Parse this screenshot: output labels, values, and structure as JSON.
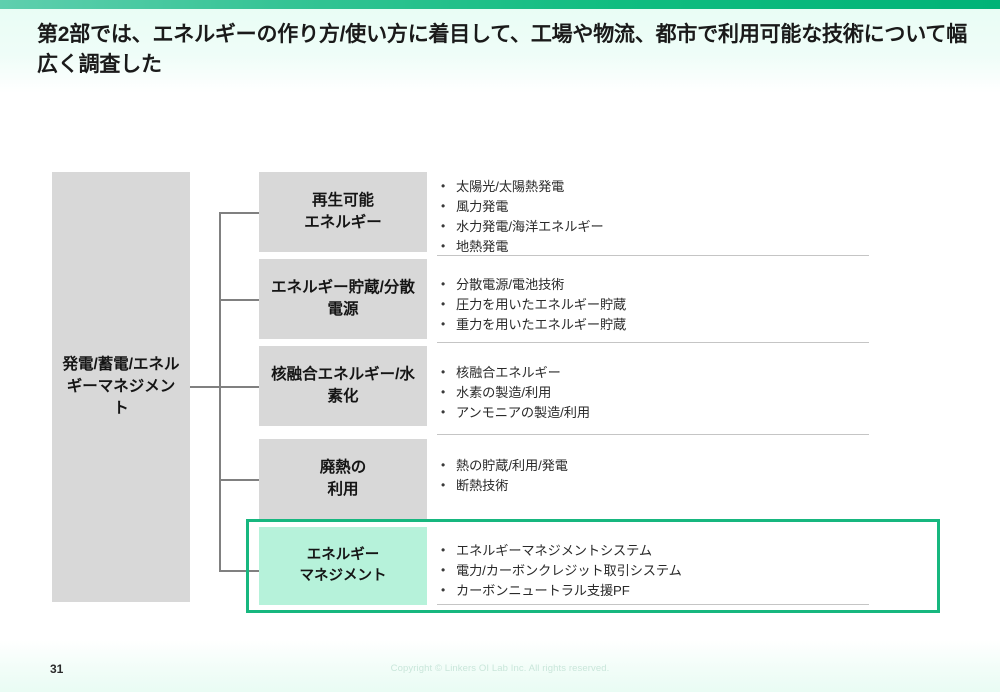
{
  "slide": {
    "title": "第2部では、エネルギーの作り方/使い方に着目して、工場や物流、都市で利用可能な技術について幅広く調査した",
    "page_number": "31",
    "copyright": "Copyright © Linkers OI Lab Inc. All rights reserved.",
    "accent_color": "#00b377",
    "highlight_border_color": "#17b77f",
    "highlight_fill_color": "#b6f2da",
    "box_fill_color": "#d8d8d8"
  },
  "diagram": {
    "root": {
      "label": "発電/蓄電/エネルギーマネジメント"
    },
    "branches": [
      {
        "label": "再生可能\nエネルギー",
        "highlighted": false,
        "items": [
          "太陽光/太陽熱発電",
          "風力発電",
          "水力発電/海洋エネルギー",
          "地熱発電"
        ]
      },
      {
        "label": "エネルギー貯蔵/分散電源",
        "highlighted": false,
        "items": [
          "分散電源/電池技術",
          "圧力を用いたエネルギー貯蔵",
          "重力を用いたエネルギー貯蔵"
        ]
      },
      {
        "label": "核融合エネルギー/水素化",
        "highlighted": false,
        "items": [
          "核融合エネルギー",
          "水素の製造/利用",
          "アンモニアの製造/利用"
        ]
      },
      {
        "label": "廃熱の\n利用",
        "highlighted": false,
        "items": [
          "熱の貯蔵/利用/発電",
          "断熱技術"
        ]
      },
      {
        "label": "エネルギー\nマネジメント",
        "highlighted": true,
        "items": [
          "エネルギーマネジメントシステム",
          "電力/カーボンクレジット取引システム",
          "カーボンニュートラル支援PF"
        ]
      }
    ]
  }
}
